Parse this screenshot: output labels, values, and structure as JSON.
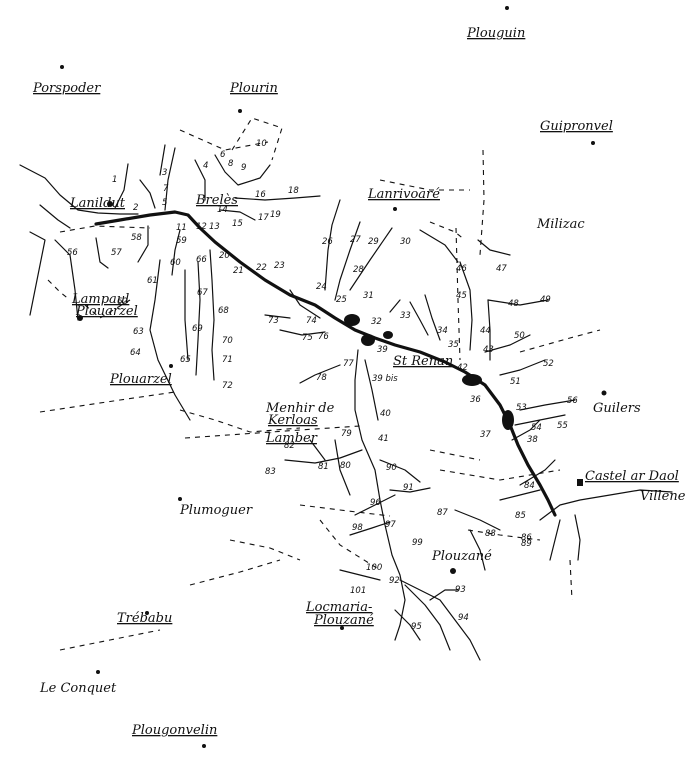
{
  "map": {
    "places": [
      {
        "id": "plouguin",
        "name": "Plouguin"
      },
      {
        "id": "porspoder",
        "name": "Porspoder"
      },
      {
        "id": "plourin",
        "name": "Plourin"
      },
      {
        "id": "guipronvel",
        "name": "Guipronvel"
      },
      {
        "id": "lanildut",
        "name": "Lanildut"
      },
      {
        "id": "brelles",
        "name": "Brelès"
      },
      {
        "id": "lanrivoare",
        "name": "Lanrivoaré"
      },
      {
        "id": "milizac",
        "name": "Milizac"
      },
      {
        "id": "lampaul-line1",
        "name": "Lampaul"
      },
      {
        "id": "lampaul-line2",
        "name": "Plouarzel"
      },
      {
        "id": "plouarzel",
        "name": "Plouarzel"
      },
      {
        "id": "st-renan",
        "name": "St Renan"
      },
      {
        "id": "guilers",
        "name": "Guilers"
      },
      {
        "id": "menhir-line1",
        "name": "Menhir de"
      },
      {
        "id": "menhir-line2",
        "name": "Kerloas"
      },
      {
        "id": "lamber",
        "name": "Lamber"
      },
      {
        "id": "castel-ar-daol",
        "name": "Castel ar Daol"
      },
      {
        "id": "villeneuve",
        "name": "Villene"
      },
      {
        "id": "plumoguer",
        "name": "Plumoguer"
      },
      {
        "id": "plouzane",
        "name": "Plouzané"
      },
      {
        "id": "trebabu",
        "name": "Trébabu"
      },
      {
        "id": "locmaria-line1",
        "name": "Locmaria-"
      },
      {
        "id": "locmaria-line2",
        "name": "Plouzané"
      },
      {
        "id": "le-conquet",
        "name": "Le Conquet"
      },
      {
        "id": "plougonvelin",
        "name": "Plougonvelin"
      }
    ],
    "site_numbers": [
      "1",
      "2",
      "3",
      "4",
      "5",
      "6",
      "7",
      "8",
      "9",
      "10",
      "11",
      "12",
      "13",
      "14",
      "15",
      "16",
      "17",
      "18",
      "19",
      "20",
      "21",
      "22",
      "23",
      "24",
      "25",
      "26",
      "27",
      "28",
      "29",
      "30",
      "31",
      "32",
      "33",
      "34",
      "35",
      "36",
      "37",
      "38",
      "39",
      "39 bis",
      "40",
      "41",
      "42",
      "43",
      "44",
      "45",
      "46",
      "47",
      "48",
      "49",
      "50",
      "51",
      "52",
      "53",
      "54",
      "55",
      "56",
      "57",
      "58",
      "59",
      "60",
      "61",
      "62",
      "63",
      "64",
      "65",
      "66",
      "67",
      "68",
      "69",
      "70",
      "71",
      "72",
      "73",
      "74",
      "75",
      "76",
      "77",
      "78",
      "79",
      "80",
      "81",
      "82",
      "83",
      "84",
      "85",
      "86",
      "87",
      "88",
      "89",
      "90",
      "91",
      "92",
      "93",
      "94",
      "95",
      "96",
      "97",
      "98",
      "99",
      "100",
      "101"
    ]
  }
}
